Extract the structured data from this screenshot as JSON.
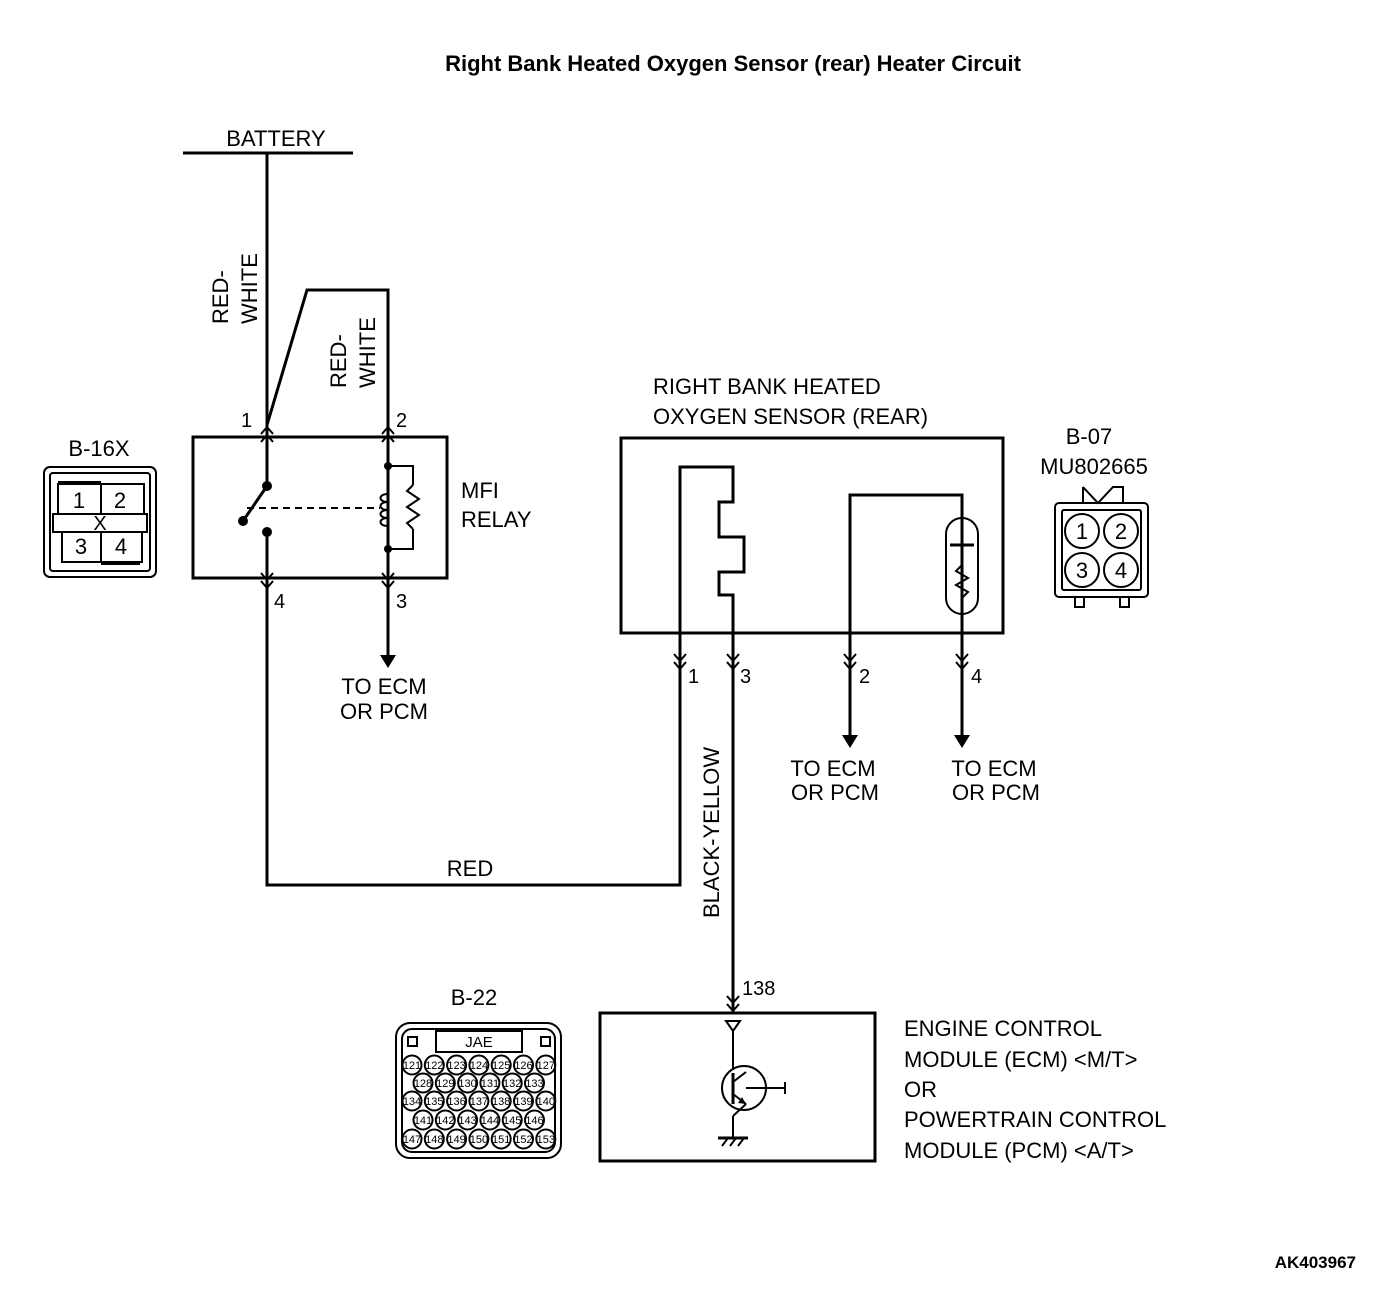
{
  "title": "Right Bank Heated Oxygen Sensor (rear) Heater Circuit",
  "battery": "BATTERY",
  "wires": {
    "red_white_left": [
      "RED-",
      "WHITE"
    ],
    "red_white_right": [
      "RED-",
      "WHITE"
    ],
    "red": "RED",
    "black_yellow": "BLACK-YELLOW"
  },
  "mfi_relay": {
    "label_lines": [
      "MFI",
      "RELAY"
    ],
    "pins": [
      "1",
      "2",
      "4",
      "3"
    ],
    "connector": {
      "id": "B-16X",
      "cells": [
        "1",
        "2",
        "3",
        "4"
      ],
      "mark": "X"
    }
  },
  "sensor": {
    "label_lines": [
      "RIGHT BANK HEATED",
      "OXYGEN SENSOR (REAR)"
    ],
    "pins": [
      "1",
      "3",
      "2",
      "4"
    ],
    "connector": {
      "id": "B-07",
      "part": "MU802665",
      "cells": [
        "1",
        "2",
        "3",
        "4"
      ]
    }
  },
  "to_ecm": [
    "TO ECM",
    "OR PCM"
  ],
  "ecm": {
    "pin": "138",
    "label_lines": [
      "ENGINE CONTROL",
      "MODULE (ECM) <M/T>",
      "OR",
      "POWERTRAIN CONTROL",
      "MODULE (PCM) <A/T>"
    ],
    "connector": {
      "id": "B-22",
      "brand": "JAE",
      "rows": [
        [
          "121",
          "122",
          "123",
          "124",
          "125",
          "126",
          "127"
        ],
        [
          "128",
          "129",
          "130",
          "131",
          "132",
          "133"
        ],
        [
          "134",
          "135",
          "136",
          "137",
          "138",
          "139",
          "140"
        ],
        [
          "141",
          "142",
          "143",
          "144",
          "145",
          "146"
        ],
        [
          "147",
          "148",
          "149",
          "150",
          "151",
          "152",
          "153"
        ]
      ]
    }
  },
  "ref_code": "AK403967"
}
